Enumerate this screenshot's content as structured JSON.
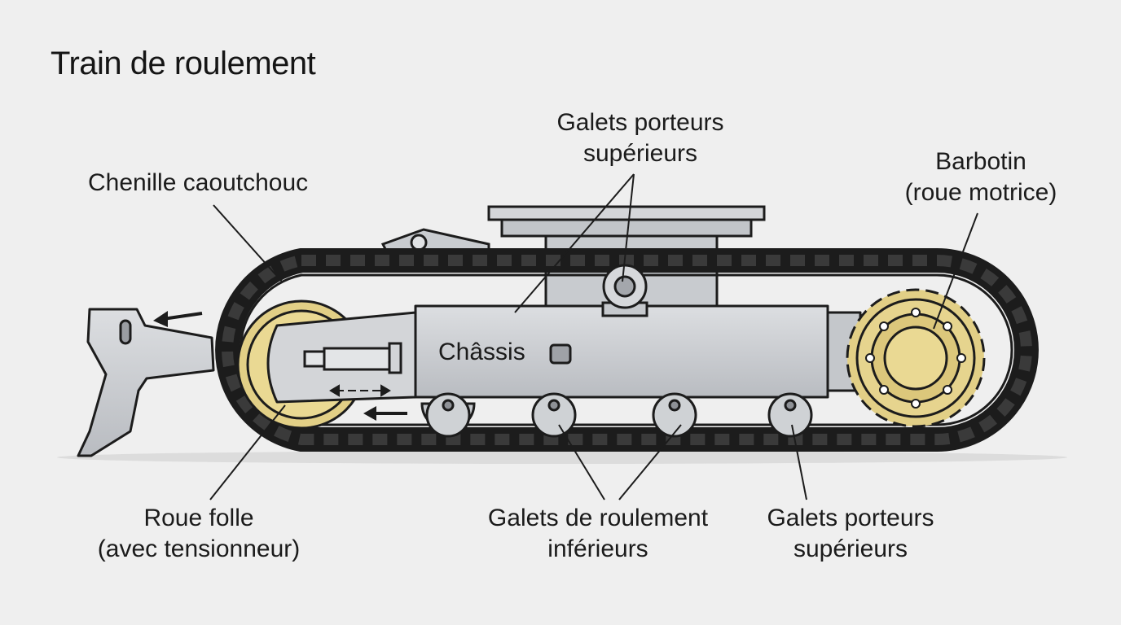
{
  "title": "Train de roulement",
  "labels": {
    "chenille": "Chenille caoutchouc",
    "galets_sup_top": [
      "Galets porteurs",
      "supérieurs"
    ],
    "barbotin": [
      "Barbotin",
      "(roue motrice)"
    ],
    "chassis": "Châssis",
    "roue_folle": [
      "Roue folle",
      "(avec tensionneur)"
    ],
    "galets_roulement": [
      "Galets de roulement",
      "inférieurs"
    ],
    "galets_sup_bottom": [
      "Galets porteurs",
      "supérieurs"
    ]
  },
  "colors": {
    "background": "#efefef",
    "track": "#2a2a2a",
    "steel": "#c9ccd0",
    "gold": "#e2cf86",
    "outline": "#1c1c1c"
  }
}
